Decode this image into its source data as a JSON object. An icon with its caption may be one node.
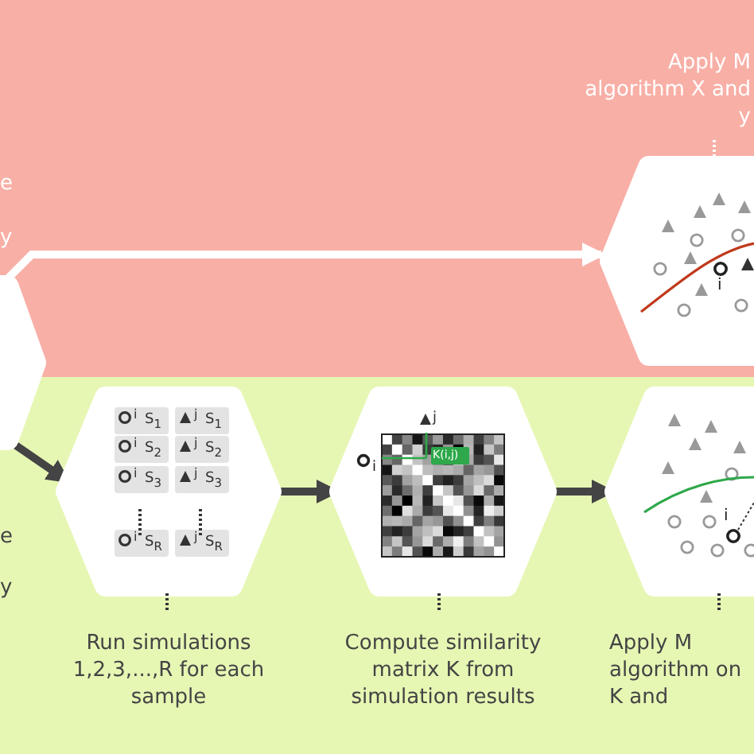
{
  "diagram": {
    "nodes": [
      {
        "text": [],
        "shape": "hexagon"
      },
      {
        "text": [
          "Apply M algorithm X and y"
        ]
      },
      {
        "text": [
          "Run simulations 1,2,3,...,R for each sample"
        ]
      },
      {
        "text": [
          "Compute similarity matrix K from simulation results"
        ]
      },
      {
        "text": [
          "Apply M algorithm on K and"
        ]
      }
    ],
    "edges": [
      {
        "from": 0,
        "to": 1,
        "arrow": "to",
        "color": "#ffffff"
      },
      {
        "from": 0,
        "to": 2,
        "arrow": "to"
      },
      {
        "from": 2,
        "to": 3,
        "arrow": "to"
      },
      {
        "from": 3,
        "to": 4,
        "arrow": "to"
      }
    ],
    "labels": [
      "e",
      "y",
      "i",
      "e",
      "y",
      "i",
      "S$_{1}$",
      "j",
      "S$_{1}$",
      "i",
      "S$_{2}$",
      "j",
      "S$_{2}$",
      "i",
      "S$_{3}$",
      "j",
      "S$_{3}$",
      "i",
      "S$_{R}$",
      "j",
      "S$_{R}$",
      "j",
      "i",
      "K(i,j)",
      "i"
    ]
  }
}
